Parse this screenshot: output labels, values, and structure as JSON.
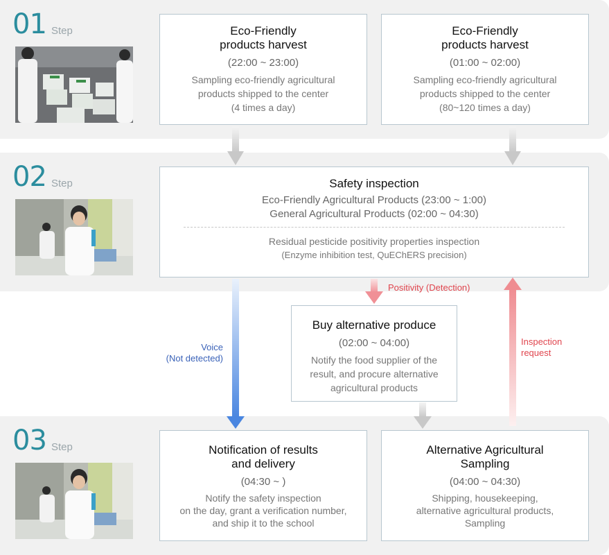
{
  "steps": [
    {
      "num": "01",
      "label": "Step"
    },
    {
      "num": "02",
      "label": "Step"
    },
    {
      "num": "03",
      "label": "Step"
    }
  ],
  "harvest_eco": {
    "title_line1": "Eco-Friendly",
    "title_line2": "products harvest",
    "time": "(22:00 ~ 23:00)",
    "desc_line1": "Sampling eco-friendly agricultural",
    "desc_line2": "products shipped to the center",
    "desc_line3": "(4 times a day)"
  },
  "harvest_general": {
    "title_line1": "Eco-Friendly",
    "title_line2": "products harvest",
    "time": "(01:00 ~ 02:00)",
    "desc_line1": "Sampling eco-friendly agricultural",
    "desc_line2": "products shipped to the center",
    "desc_line3": "(80~120 times a day)"
  },
  "safety": {
    "title": "Safety inspection",
    "line1": "Eco-Friendly Agricultural Products (23:00 ~ 1:00)",
    "line2": "General Agricultural Products (02:00 ~ 04:30)",
    "line3": "Residual pesticide positivity properties inspection",
    "line4": "(Enzyme inhibition test, QuEChERS precision)"
  },
  "alternative": {
    "title": "Buy alternative produce",
    "time": "(02:00 ~ 04:00)",
    "desc_line1": "Notify the food supplier of the",
    "desc_line2": "result, and procure alternative",
    "desc_line3": "agricultural products"
  },
  "notification": {
    "title_line1": "Notification of results",
    "title_line2": "and delivery",
    "time": "(04:30 ~ )",
    "desc_line1": "Notify the safety inspection",
    "desc_line2": "on the day, grant a verification number,",
    "desc_line3": "and ship it to the school"
  },
  "sampling": {
    "title_line1": "Alternative Agricultural",
    "title_line2": "Sampling",
    "time": "(04:00 ~ 04:30)",
    "desc_line1": "Shipping, housekeeping,",
    "desc_line2": "alternative agricultural products,",
    "desc_line3": "Sampling"
  },
  "labels": {
    "voice": "Voice",
    "not_detected": "(Not detected)",
    "positivity": "Positivity (Detection)",
    "inspection": "Inspection",
    "request": "request"
  },
  "colors": {
    "accent": "#2b8d9e",
    "blue_arrow": "#4a86e0",
    "red_arrow": "#ef8c91",
    "gray_arrow": "#cfcfcf"
  }
}
